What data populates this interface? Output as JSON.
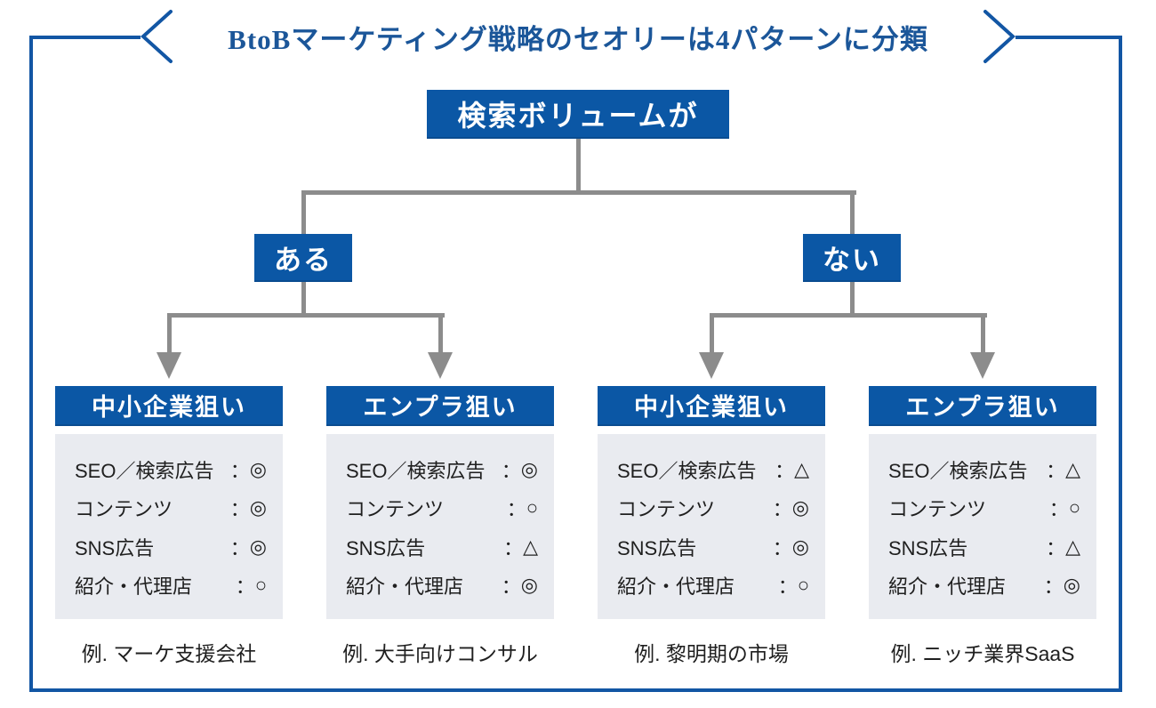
{
  "title": "BtoBマーケティング戦略のセオリーは4パターンに分類",
  "root_node": {
    "label": "検索ボリュームが"
  },
  "branches": [
    {
      "label": "ある"
    },
    {
      "label": "ない"
    }
  ],
  "row_labels": [
    "SEO／検索広告",
    "コンテンツ",
    "SNS広告",
    "紹介・代理店"
  ],
  "punctuation": {
    "colon": "："
  },
  "leaves": [
    {
      "header": "中小企業狙い",
      "ratings": [
        "◎",
        "◎",
        "◎",
        "○"
      ],
      "example": "例. マーケ支援会社"
    },
    {
      "header": "エンプラ狙い",
      "ratings": [
        "◎",
        "○",
        "△",
        "◎"
      ],
      "example": "例. 大手向けコンサル"
    },
    {
      "header": "中小企業狙い",
      "ratings": [
        "△",
        "◎",
        "◎",
        "○"
      ],
      "example": "例. 黎明期の市場"
    },
    {
      "header": "エンプラ狙い",
      "ratings": [
        "△",
        "○",
        "△",
        "◎"
      ],
      "example": "例. ニッチ業界SaaS"
    }
  ],
  "colors": {
    "primary_blue": "#0b57a5",
    "border_blue": "#1256a4",
    "title_blue": "#1b5699",
    "connector_gray": "#8c8c8c",
    "panel_gray": "#e9ebf0",
    "text_dark": "#1f1f1f"
  }
}
